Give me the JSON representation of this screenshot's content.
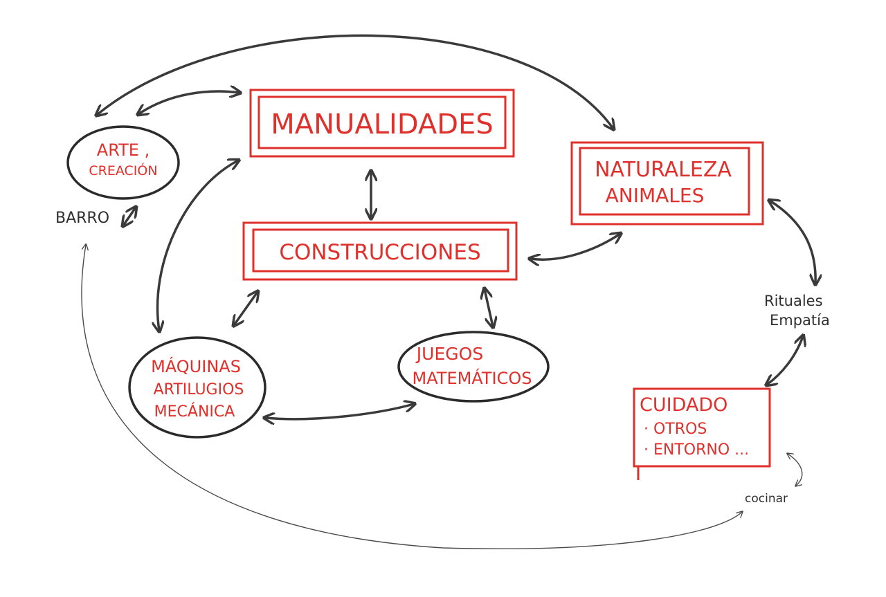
{
  "nodes": {
    "manualidades": {
      "label": "MANUALIDADES"
    },
    "arte": {
      "line1": "ARTE ,",
      "line2": "CREACIÓN"
    },
    "barro": {
      "label": "BARRO"
    },
    "naturaleza": {
      "line1": "NATURALEZA",
      "line2": "ANIMALES"
    },
    "construcciones": {
      "label": "CONSTRUCCIONES"
    },
    "maquinas": {
      "line1": "MÁQUINAS",
      "line2": "ARTILUGIOS",
      "line3": "MECÁNICA"
    },
    "juegos": {
      "line1": "JUEGOS",
      "line2": "MATEMÁTICOS"
    },
    "rituales": {
      "line1": "Rituales",
      "line2": "Empatía"
    },
    "cuidado": {
      "line1": "CUIDADO",
      "line2": "· OTROS",
      "line3": "· ENTORNO ..."
    },
    "cocinar": {
      "label": "cocinar"
    }
  },
  "colors": {
    "accent": "#e0302c",
    "ink": "#2f2f2f",
    "paper": "#ffffff"
  }
}
